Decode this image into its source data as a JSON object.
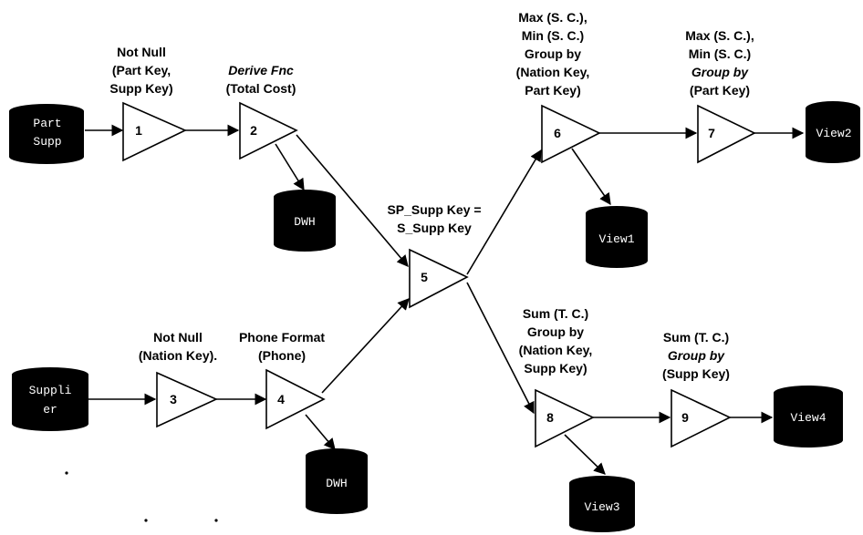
{
  "stores": {
    "part_supp": [
      "Part",
      "Supp"
    ],
    "supplier": [
      "Suppli",
      "er"
    ],
    "dwh_top": "DWH",
    "dwh_bottom": "DWH",
    "view1": "View1",
    "view2": "View2",
    "view3": "View3",
    "view4": "View4"
  },
  "operators": {
    "op1": "1",
    "op2": "2",
    "op3": "3",
    "op4": "4",
    "op5": "5",
    "op6": "6",
    "op7": "7",
    "op8": "8",
    "op9": "9"
  },
  "labels": {
    "op1": [
      "Not Null",
      "(Part Key,",
      "Supp Key)"
    ],
    "op2": [
      "Derive Fnc",
      "(Total Cost)"
    ],
    "op3": [
      "Not Null",
      "(Nation Key)."
    ],
    "op4": [
      "Phone Format",
      "(Phone)"
    ],
    "op5": [
      "SP_Supp Key =",
      "S_Supp Key"
    ],
    "op6": [
      "Max (S. C.),",
      "Min (S. C.)",
      "Group by",
      "(Nation Key,",
      "Part Key)"
    ],
    "op7": [
      "Max (S. C.),",
      "Min (S. C.)",
      "Group by",
      "(Part Key)"
    ],
    "op8": [
      "Sum (T. C.)",
      "Group by",
      "(Nation Key,",
      "Supp Key)"
    ],
    "op9": [
      "Sum (T. C.)",
      "Group by",
      "(Supp Key)"
    ]
  }
}
